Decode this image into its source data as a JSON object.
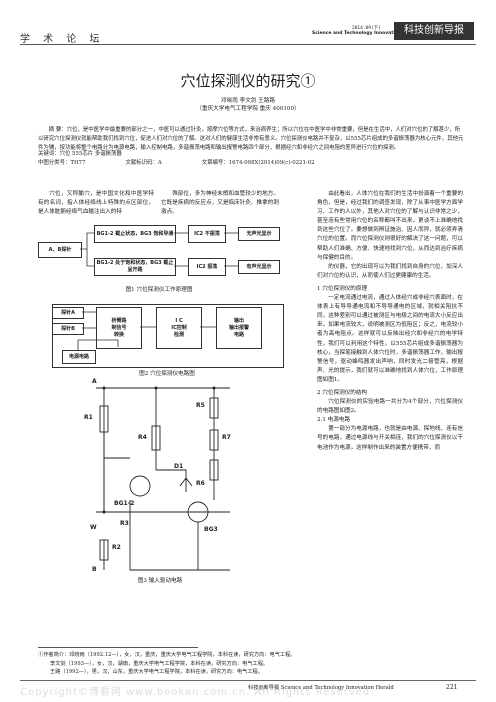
{
  "header": {
    "section": "学 术 论 坛",
    "issue": "2014.09(下)",
    "journal_en": "Science and Technology Innovation Herald",
    "brand": "科技创新导报"
  },
  "title": "穴位探测仪的研究①",
  "authors": "邓晓雨  李文剑  王路路",
  "affiliation": "（重庆大学电气工程学院  重庆  400100）",
  "abstract": "摘  要：穴位，是中医学中最重要的部分之一，中医可以通过针灸，按摩穴位等方式，来治病养生；所以穴位在中医学中非常重要，但是在生活中，人们对穴位的了解甚少，所以研究穴位探测仪就能帮助我们找到穴位，促进人们对穴位的了解。这对人们的健康生活非常有意义。穴位探测仪电路并不复杂，以555芯片组成的多谐振荡器为核心元件，其他元件为辅，按功能将整个电路分为电源电路，输入控制电路，多谐振荡电路和输出报警电路四个部分，根据经穴和非经穴之间电阻的差异进行穴位的探测。",
  "keywords": "关键词：穴位  555芯片  多谐振荡器",
  "meta": {
    "clc": "中图分类号：TH77",
    "code": "文献标识码：A",
    "article": "文章编号：1674-098X(2014)09(c)-0221-02"
  },
  "col1": "穴位，又称腧穴，是中国文化和中医学特有的名词，指人体经络线上特殊的点区部位，是人体脏腑经络气血输注出入的特",
  "col2": "殊部位，多为神经末梢和血管较少的地方。它既是疾病的反应点，又是临床针灸、推拿的刺激点。",
  "col3": {
    "p1": "由此看出，人体穴位在我们的生活中扮演着一个重要的角色，但是，经过我们的调查发现，除了从事中医学方面学习、工作的人以外，其他人对穴位的了解与认识非常之少，甚至连有些常用穴位的名称都叫不出来，更谈不上准确地找到这些穴位了。要想做到辨证施治、因人而异，就必须弄清穴位的位置。而穴位探测仪则很好的解决了这一问题，可以帮助人们准确、方便、快速地找到穴位，从而达到治疗疾病与保健的目的。",
    "p2": "的仪器，它的出现可以为我们找到自身的穴位，加深人们对穴位的认识，从而使人们过更健康的生活。",
    "s1": "1  穴位探测仪的原理",
    "p3": "一定电流通过电流，通过人体经穴或非经穴表面时，在体表上有导导通电流和不导导通电的区域，就相关阻抗不同，这种差别可以通过被测区与电极之间的电流大小反应出来。如果电流较大，说明被测区为低阻区；反之，电流较小者为高电阻点。这样就可以反映出经穴和非经穴的电学特性，我们可以利用这个特性，以555芯片组成多谐振荡器为核心，当探笔接触到人体穴位时，多谐振荡器工作，输出报警信号，驱动蜂鸣器发出声响，同时发光二极管亮，根据声、光的提示，我们就可以准确地找到人体穴位，工作原理图如图1。",
    "s2": "2  穴位探测仪的结构",
    "p4": "穴位探测仪的实验电路一共分为4个部分，穴位探测仪的电路图如图2。",
    "s21": "2.1  电源电路",
    "p5": "第一部分为电源电路，也就是由电源、探地线、连有信号的电路，通过电源线与开关相连，我们的穴位探测仪以干电池作为电源，这样制作出来的装置方便携带，而"
  },
  "figures": {
    "fig1": {
      "caption": "图1  穴位探测仪工作原理图",
      "a_probe": "A、B探针",
      "row1": "BG1-2 截止状态，BG3 饱和导通",
      "row2": "BG1-2 处于饱和状态，BG3 截止呈开路",
      "ic1": "IC2 不振荡",
      "ic2": "IC2 振荡",
      "out1": "无声光显示",
      "out2": "有声光显示"
    },
    "fig2": {
      "caption": "图2  穴位探测仪电路图",
      "probe": "探针A",
      "probe_b": "探针B",
      "block1": "控制电路",
      "block2": "IC控制",
      "block3": "输出报警",
      "block1b": "制信号",
      "block2b": "检测",
      "block3b": "电路",
      "power": "电源电路",
      "seg_a": "桥臂路",
      "seg_b": "转换",
      "seg_c": "I C",
      "seg_d": "输出"
    },
    "fig3": {
      "caption": "图3  输入驱动电路",
      "labels": [
        "A",
        "R1",
        "R4",
        "R5",
        "R7",
        "D1",
        "R6",
        "BG1-2",
        "R3",
        "W",
        "B",
        "R2",
        "BG3"
      ]
    }
  },
  "footnote": {
    "l1": "①作者简介：邓晓雨（1992.12—），女，汉，重庆，重庆大学电气工程学院，本科在读，研究方向：电气工程。",
    "l2": "李文剑（1993—），女，汉，湖南，重庆大学电气工程学院，本科在读，研究方向：电气工程。",
    "l3": "王路（1992—），男，汉，山东，重庆大学电气工程学院，本科在读，研究方向：电气工程。"
  },
  "footer": {
    "copyright": "Copyright©博看网 www.bookan.com.cn. All Rights Reserved.",
    "journal": "科技创新导报  Science and Technology Innovation Herald",
    "page": "221"
  }
}
